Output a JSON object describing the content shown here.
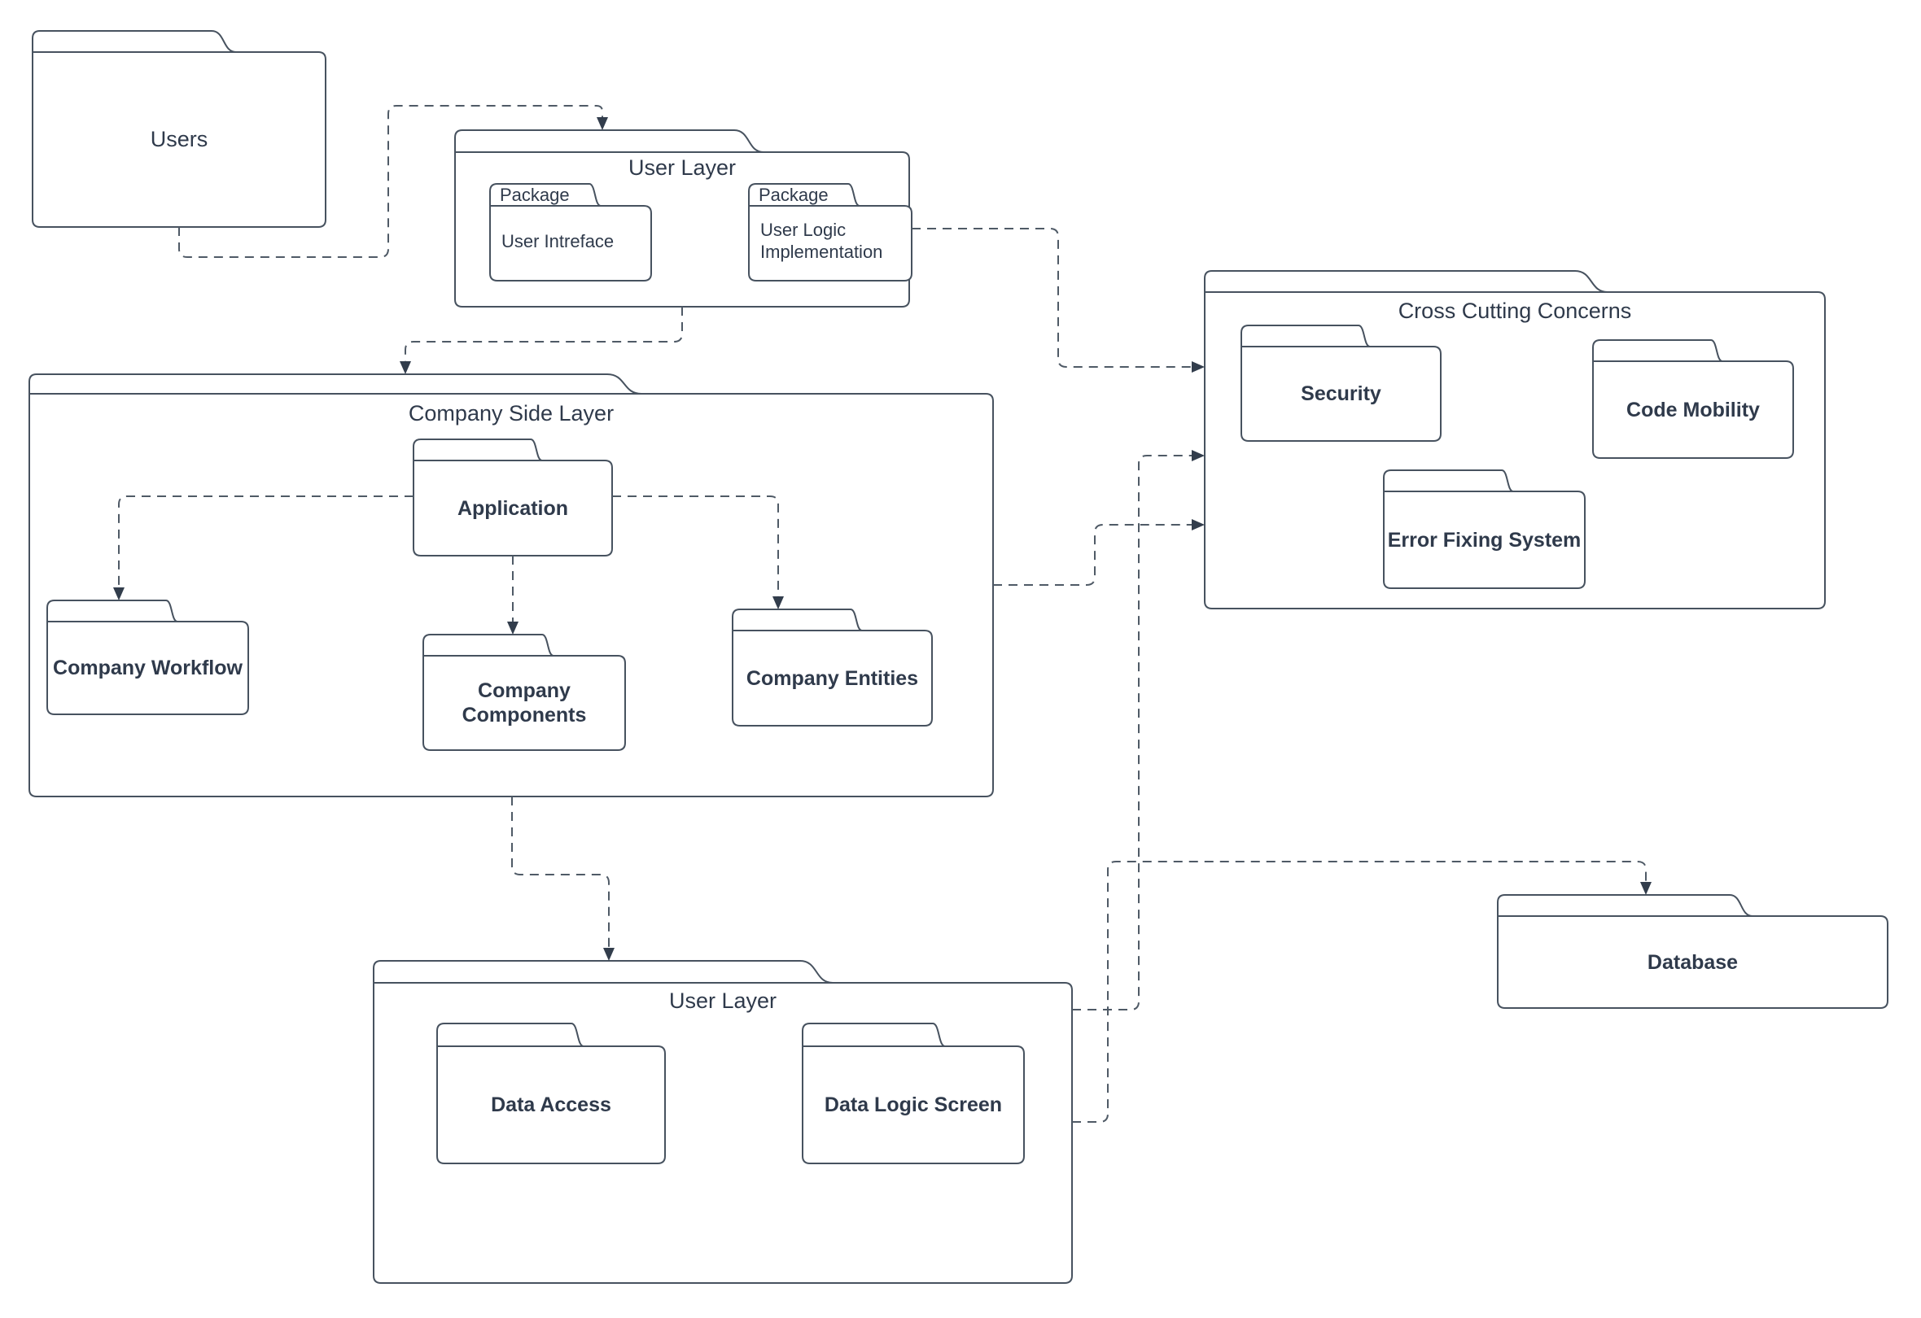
{
  "diagram": {
    "background_color": "#ffffff",
    "stroke_color": "#47525f",
    "text_color": "#2f3a4b",
    "arrow_color": "#323d4c",
    "line_style": "dashed"
  },
  "nodes": {
    "users": {
      "label": "Users"
    },
    "user_layer_top": {
      "title": "User Layer",
      "package_interface": {
        "tab": "Package",
        "label": "User Intreface"
      },
      "package_logic": {
        "tab": "Package",
        "label": "User Logic Implementation"
      }
    },
    "company_side_layer": {
      "title": "Company Side Layer",
      "application": {
        "label": "Application"
      },
      "company_workflow": {
        "label": "Company Workflow"
      },
      "company_components": {
        "label": "Company Components"
      },
      "company_entities": {
        "label": "Company Entities"
      }
    },
    "cross_cutting_concerns": {
      "title": "Cross Cutting Concerns",
      "security": {
        "label": "Security"
      },
      "code_mobility": {
        "label": "Code Mobility"
      },
      "error_fixing_system": {
        "label": "Error Fixing System"
      }
    },
    "user_layer_bottom": {
      "title": "User Layer",
      "data_access": {
        "label": "Data Access"
      },
      "data_logic_screen": {
        "label": "Data Logic Screen"
      }
    },
    "database": {
      "label": "Database"
    }
  },
  "connections": [
    {
      "from": "Users",
      "to": "User Layer (top)"
    },
    {
      "from": "User Layer (top)",
      "to": "Company Side Layer"
    },
    {
      "from": "User Logic Implementation",
      "to": "Cross Cutting Concerns"
    },
    {
      "from": "Company Side Layer",
      "to": "Cross Cutting Concerns"
    },
    {
      "from": "Application",
      "to": "Company Workflow"
    },
    {
      "from": "Application",
      "to": "Company Components"
    },
    {
      "from": "Application",
      "to": "Company Entities"
    },
    {
      "from": "Company Side Layer",
      "to": "User Layer (bottom)"
    },
    {
      "from": "User Layer (bottom)",
      "to": "Cross Cutting Concerns"
    },
    {
      "from": "User Layer (bottom)",
      "to": "Database"
    }
  ]
}
